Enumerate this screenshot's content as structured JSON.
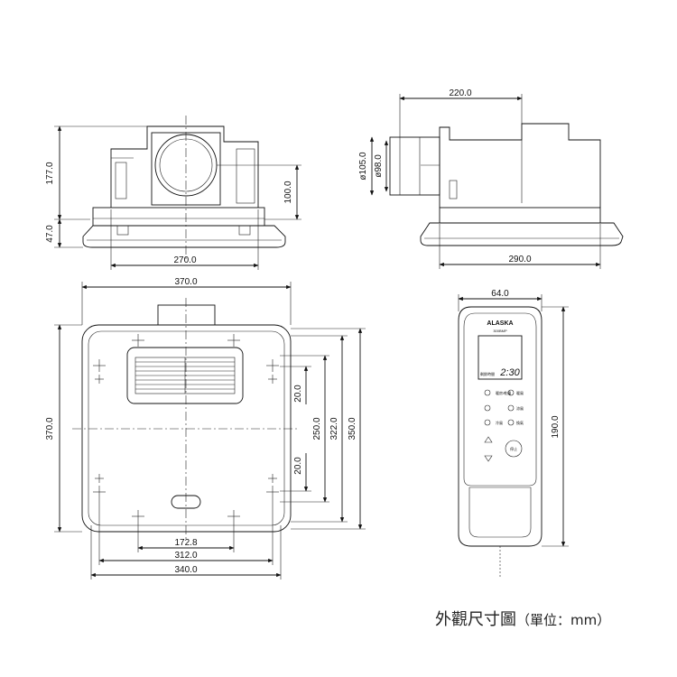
{
  "dimensions": {
    "front_view": {
      "height_upper": "177.0",
      "height_lower": "47.0",
      "duct_center_height": "100.0",
      "width": "270.0"
    },
    "side_view": {
      "length": "220.0",
      "duct_outer": "ø105.0",
      "duct_inner": "ø98.0",
      "width": "290.0"
    },
    "plan_view": {
      "top_width": "370.0",
      "height": "370.0",
      "grille_spacing_1": "20.0",
      "grille_spacing_2": "20.0",
      "depth_250": "250.0",
      "depth_322": "322.0",
      "depth_350": "350.0",
      "bottom_172": "172.8",
      "bottom_312": "312.0",
      "bottom_340": "340.0"
    },
    "remote": {
      "width": "64.0",
      "height": "190.0",
      "brand": "ALASKA",
      "model": "300BMP",
      "clock": "2:30",
      "timer_label": "剩餘時間",
      "buttons": [
        "暖房/乾燥",
        "暖風",
        "涼風",
        "冷風",
        "換氣",
        "停止"
      ]
    }
  },
  "caption": {
    "title": "外觀尺寸圖",
    "unit": "（單位：mm）"
  }
}
